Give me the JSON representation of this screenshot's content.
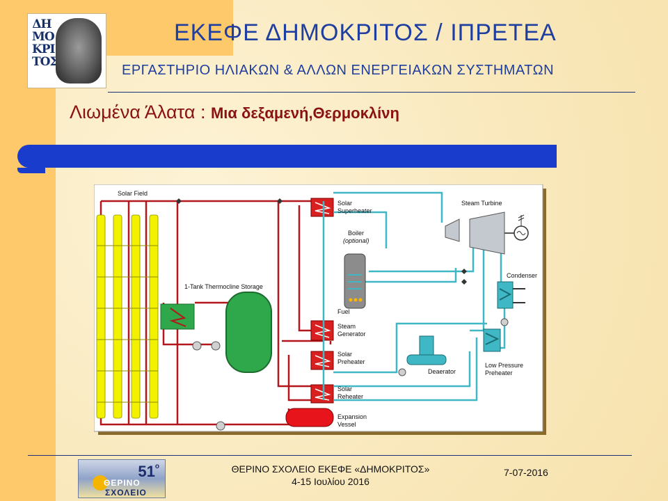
{
  "header": {
    "title": "ΕΚΕΦΕ ΔΗΜΟΚΡΙΤΟΣ / ΙΠΡΕΤΕΑ",
    "subtitle": "ΕΡΓΑΣΤΗΡΙΟ ΗΛΙΑΚΩΝ & ΑΛΛΩΝ ΕΝΕΡΓΕΙΑΚΩΝ ΣΥΣΤΗΜΑΤΩΝ",
    "logo_letters": [
      "ΔΗ",
      "ΜΟ",
      "ΚΡΙ",
      "ΤΟΣ"
    ]
  },
  "slide": {
    "heading_part1": "Λιωμένα Άλατα  : ",
    "heading_part2": "Μια δεξαμενή,Θερμοκλίνη"
  },
  "diagram": {
    "labels": {
      "solar_field": "Solar Field",
      "storage": "1-Tank Thermocline Storage",
      "solar_superheater": [
        "Solar",
        "Superheater"
      ],
      "boiler": "Boiler",
      "boiler_optional": "(optional)",
      "fuel": "Fuel",
      "steam_generator": [
        "Steam",
        "Generator"
      ],
      "solar_preheater": [
        "Solar",
        "Preheater"
      ],
      "solar_reheater": [
        "Solar",
        "Reheater"
      ],
      "expansion_vessel": [
        "Expansion",
        "Vessel"
      ],
      "steam_turbine": "Steam Turbine",
      "condenser": "Condenser",
      "deaerator": "Deaerator",
      "low_pressure_preheater": [
        "Low Pressure",
        "Preheater"
      ]
    },
    "colors": {
      "salt_line": "#b3161c",
      "water_line": "#3fb7c4",
      "collector": "#f2f200",
      "tank": "#2ea84a",
      "heat_exchanger": "#d92020",
      "vessel": "#e8141b",
      "turbine": "#c4c9cf",
      "deaerator": "#3fb7c4",
      "boiler": "#8c8c8c"
    }
  },
  "footer": {
    "logo_number": "51",
    "logo_sup": "ο",
    "logo_word1": "ΘΕΡΙΝΟ",
    "logo_word2": "ΣΧΟΛΕΙΟ",
    "center_line1": "ΘΕΡΙΝΟ ΣΧΟΛΕΙΟ ΕΚΕΦΕ «ΔΗΜΟΚΡΙΤΟΣ»",
    "center_line2": "4-15 Ιουλίου 2016",
    "date": "7-07-2016"
  }
}
